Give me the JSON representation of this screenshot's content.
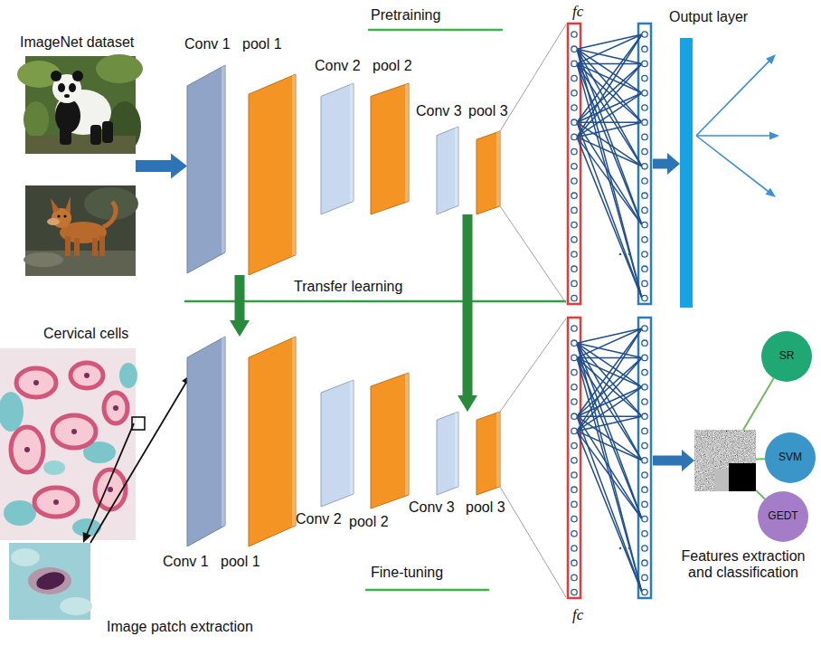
{
  "diagram": {
    "nodes": [
      {
        "text": [
          "ImageNet dataset"
        ]
      },
      {
        "text": [
          "Conv 1"
        ]
      },
      {
        "text": [
          "pool 1"
        ]
      },
      {
        "text": [
          "Conv 2"
        ]
      },
      {
        "text": [
          "pool 2"
        ]
      },
      {
        "text": [
          "Conv 3"
        ]
      },
      {
        "text": [
          "pool 3"
        ]
      },
      {
        "text": [
          "fc"
        ]
      },
      {
        "text": [
          "Output layer"
        ]
      },
      {
        "text": [
          "Cervical cells"
        ]
      },
      {
        "text": [
          "Image patch extraction"
        ]
      },
      {
        "text": [
          "Conv 1"
        ]
      },
      {
        "text": [
          "pool 1"
        ]
      },
      {
        "text": [
          "Conv 2"
        ]
      },
      {
        "text": [
          "pool 2"
        ]
      },
      {
        "text": [
          "Conv 3"
        ]
      },
      {
        "text": [
          "pool 3"
        ]
      },
      {
        "text": [
          "fc"
        ]
      },
      {
        "text": [
          "Features extraction and classification"
        ]
      },
      {
        "text": [
          "SR"
        ]
      },
      {
        "text": [
          "SVM"
        ]
      },
      {
        "text": [
          "GEDT"
        ]
      }
    ],
    "edges": [
      {
        "from": 0,
        "to": 1,
        "arrow": "to"
      },
      {
        "from": 2,
        "to": 12,
        "arrow": "to"
      },
      {
        "from": 6,
        "to": 16,
        "arrow": "to"
      },
      {
        "from": 6,
        "to": 7,
        "arrow": "none"
      },
      {
        "from": 7,
        "to": 8,
        "arrow": "to"
      },
      {
        "from": 9,
        "to": 10,
        "arrow": "to"
      },
      {
        "from": 10,
        "to": 11,
        "arrow": "to"
      },
      {
        "from": 16,
        "to": 17,
        "arrow": "none"
      },
      {
        "from": 17,
        "to": 18,
        "arrow": "to"
      },
      {
        "from": 18,
        "to": 19,
        "arrow": "none"
      },
      {
        "from": 18,
        "to": 20,
        "arrow": "none"
      },
      {
        "from": 18,
        "to": 21,
        "arrow": "none"
      }
    ],
    "labels": [
      "Pretraining",
      "Transfer learning",
      "Fine-tuning"
    ]
  }
}
